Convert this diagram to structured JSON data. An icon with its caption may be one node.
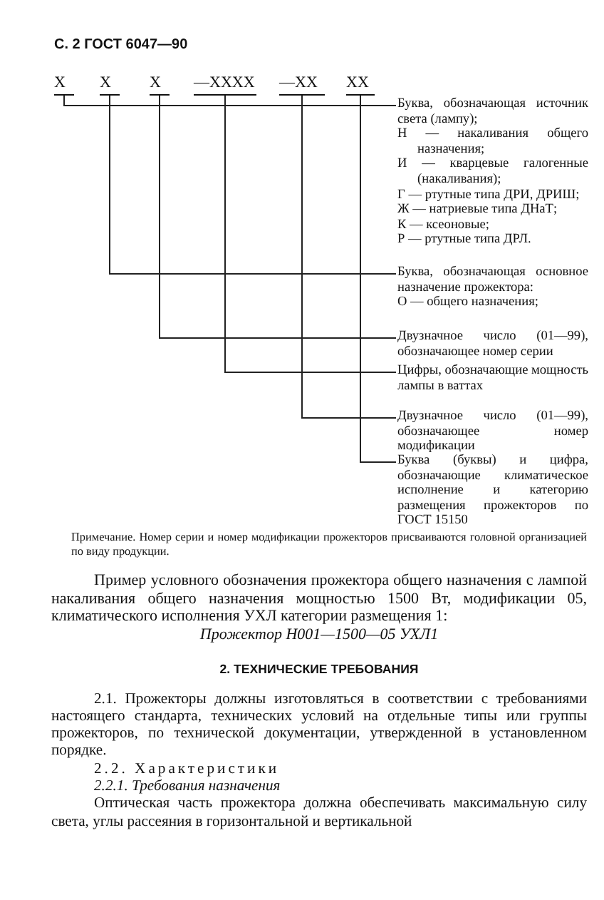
{
  "diagram": {
    "nodes": [
      {
        "text": [
          "Х"
        ]
      },
      {
        "text": [
          "Х"
        ]
      },
      {
        "text": [
          "Х"
        ]
      },
      {
        "text": [
          "—ХХХХ"
        ]
      },
      {
        "text": [
          "—ХХ"
        ]
      },
      {
        "text": [
          "ХХ"
        ]
      },
      {
        "text": [
          "Буква, обозначающая источник света (лампу);",
          "Н — накаливания общего назначения;",
          "И — кварцевые галогенные (накаливания);",
          "Г — ртутные типа ДРИ, ДРИШ;",
          "Ж — натриевые типа ДНаТ;",
          "К — ксеоновые;",
          "Р — ртутные типа ДРЛ."
        ]
      },
      {
        "text": [
          "Буква, обозначающая основное назначение прожектора:",
          "О — общего назначения;"
        ]
      },
      {
        "text": [
          "Двузначное число (01—99), обозначающее номер серии"
        ]
      },
      {
        "text": [
          "Цифры, обозначающие мощность лампы в ваттах"
        ]
      },
      {
        "text": [
          "Двузначное число (01—99), обозначающее номер модификации"
        ]
      },
      {
        "text": [
          "Буква (буквы) и цифра, обозначающие климатическое исполнение и категорию размещения прожекторов по ГОСТ 15150"
        ]
      }
    ],
    "edges": [
      {
        "from": 0,
        "to": 6,
        "arrow": "none"
      },
      {
        "from": 1,
        "to": 7,
        "arrow": "none"
      },
      {
        "from": 2,
        "to": 8,
        "arrow": "none"
      },
      {
        "from": 3,
        "to": 9,
        "arrow": "none"
      },
      {
        "from": 4,
        "to": 10,
        "arrow": "none"
      },
      {
        "from": 5,
        "to": 11,
        "arrow": "none"
      }
    ],
    "labels": [
      "С. 2 ГОСТ 6047—90",
      "Примечание. Номер серии и номер модификации прожекторов присваиваются головной организацией по виду продукции.",
      "Пример условного обозначения прожектора общего назначения с лампой накаливания общего назначения мощностью 1500 Вт, модификации 05, климатического исполнения УХЛ категории размещения 1:",
      "Прожектор Н001—1500—05 УХЛ1",
      "2. ТЕХНИЧЕСКИЕ ТРЕБОВАНИЯ",
      "2.1. Прожекторы должны изготовляться в соответствии с требованиями настоящего стандарта, технических условий на отдельные типы или группы прожекторов, по технической документации, утвержденной в установленном порядке.",
      "2.2. Характеристики",
      "2.2.1. Требования назначения",
      "Оптическая часть прожектора должна обеспечивать максимальную силу света, углы рассеяния в горизонтальной и вертикальной"
    ]
  }
}
